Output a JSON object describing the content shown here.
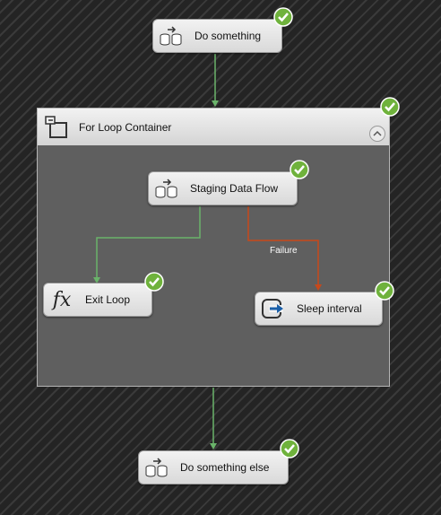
{
  "tasks": {
    "do_something": {
      "label": "Do something",
      "icon": "data-flow-icon",
      "status": "success"
    },
    "staging": {
      "label": "Staging Data Flow",
      "icon": "data-flow-icon",
      "status": "success"
    },
    "exit_loop": {
      "label": "Exit Loop",
      "icon": "expression-icon",
      "glyph": "fx",
      "status": "success"
    },
    "sleep": {
      "label": "Sleep interval",
      "icon": "execute-process-icon",
      "status": "success"
    },
    "do_something_else": {
      "label": "Do something else",
      "icon": "data-flow-icon",
      "status": "success"
    }
  },
  "container": {
    "title": "For Loop Container",
    "status": "success"
  },
  "constraints": {
    "failure_label": "Failure"
  },
  "colors": {
    "success": "#6ab36a",
    "failure": "#c8481a",
    "check": "#6fb23c"
  }
}
